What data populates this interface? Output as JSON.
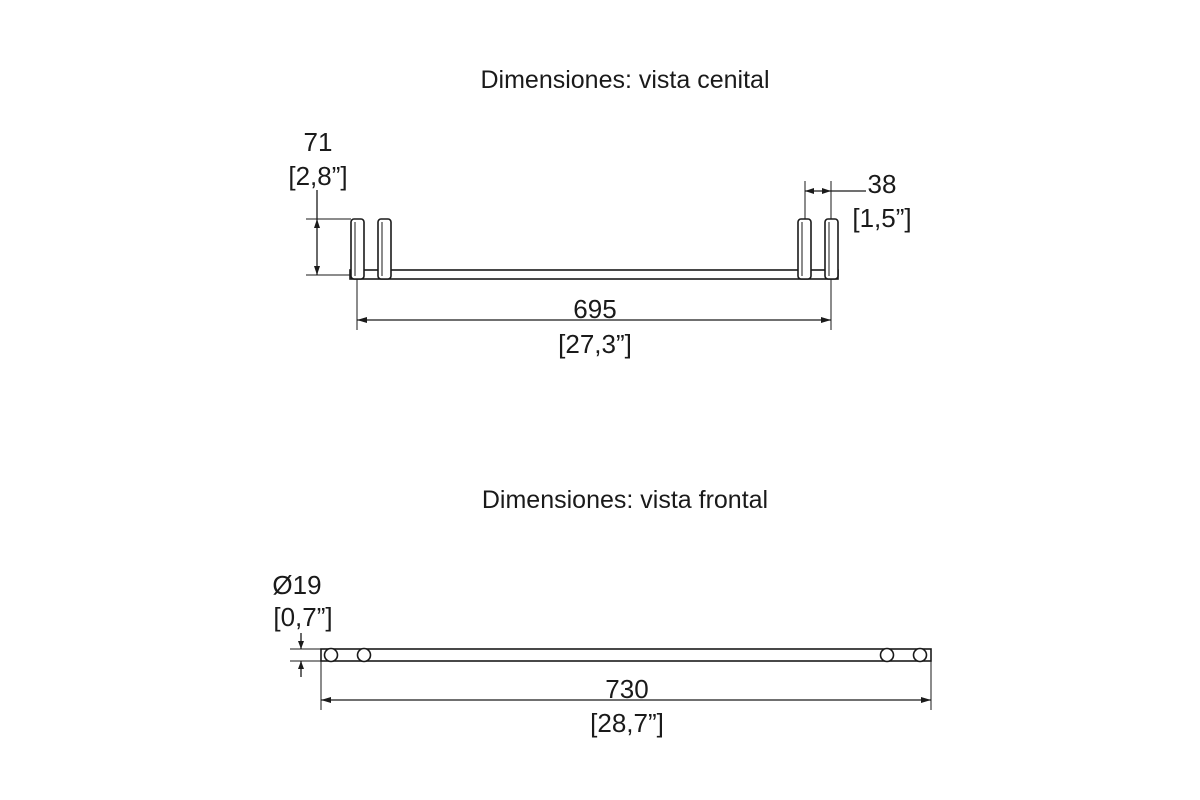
{
  "views": {
    "top": {
      "title": "Dimensiones: vista cenital",
      "depth_mm": "71",
      "depth_in": "[2,8”]",
      "post_width_mm": "38",
      "post_width_in": "[1,5”]",
      "span_mm": "695",
      "span_in": "[27,3”]"
    },
    "front": {
      "title": "Dimensiones: vista frontal",
      "diameter_mm": "Ø19",
      "diameter_in": "[0,7”]",
      "length_mm": "730",
      "length_in": "[28,7”]"
    }
  },
  "colors": {
    "ink": "#1a1a1a",
    "background": "#ffffff"
  }
}
